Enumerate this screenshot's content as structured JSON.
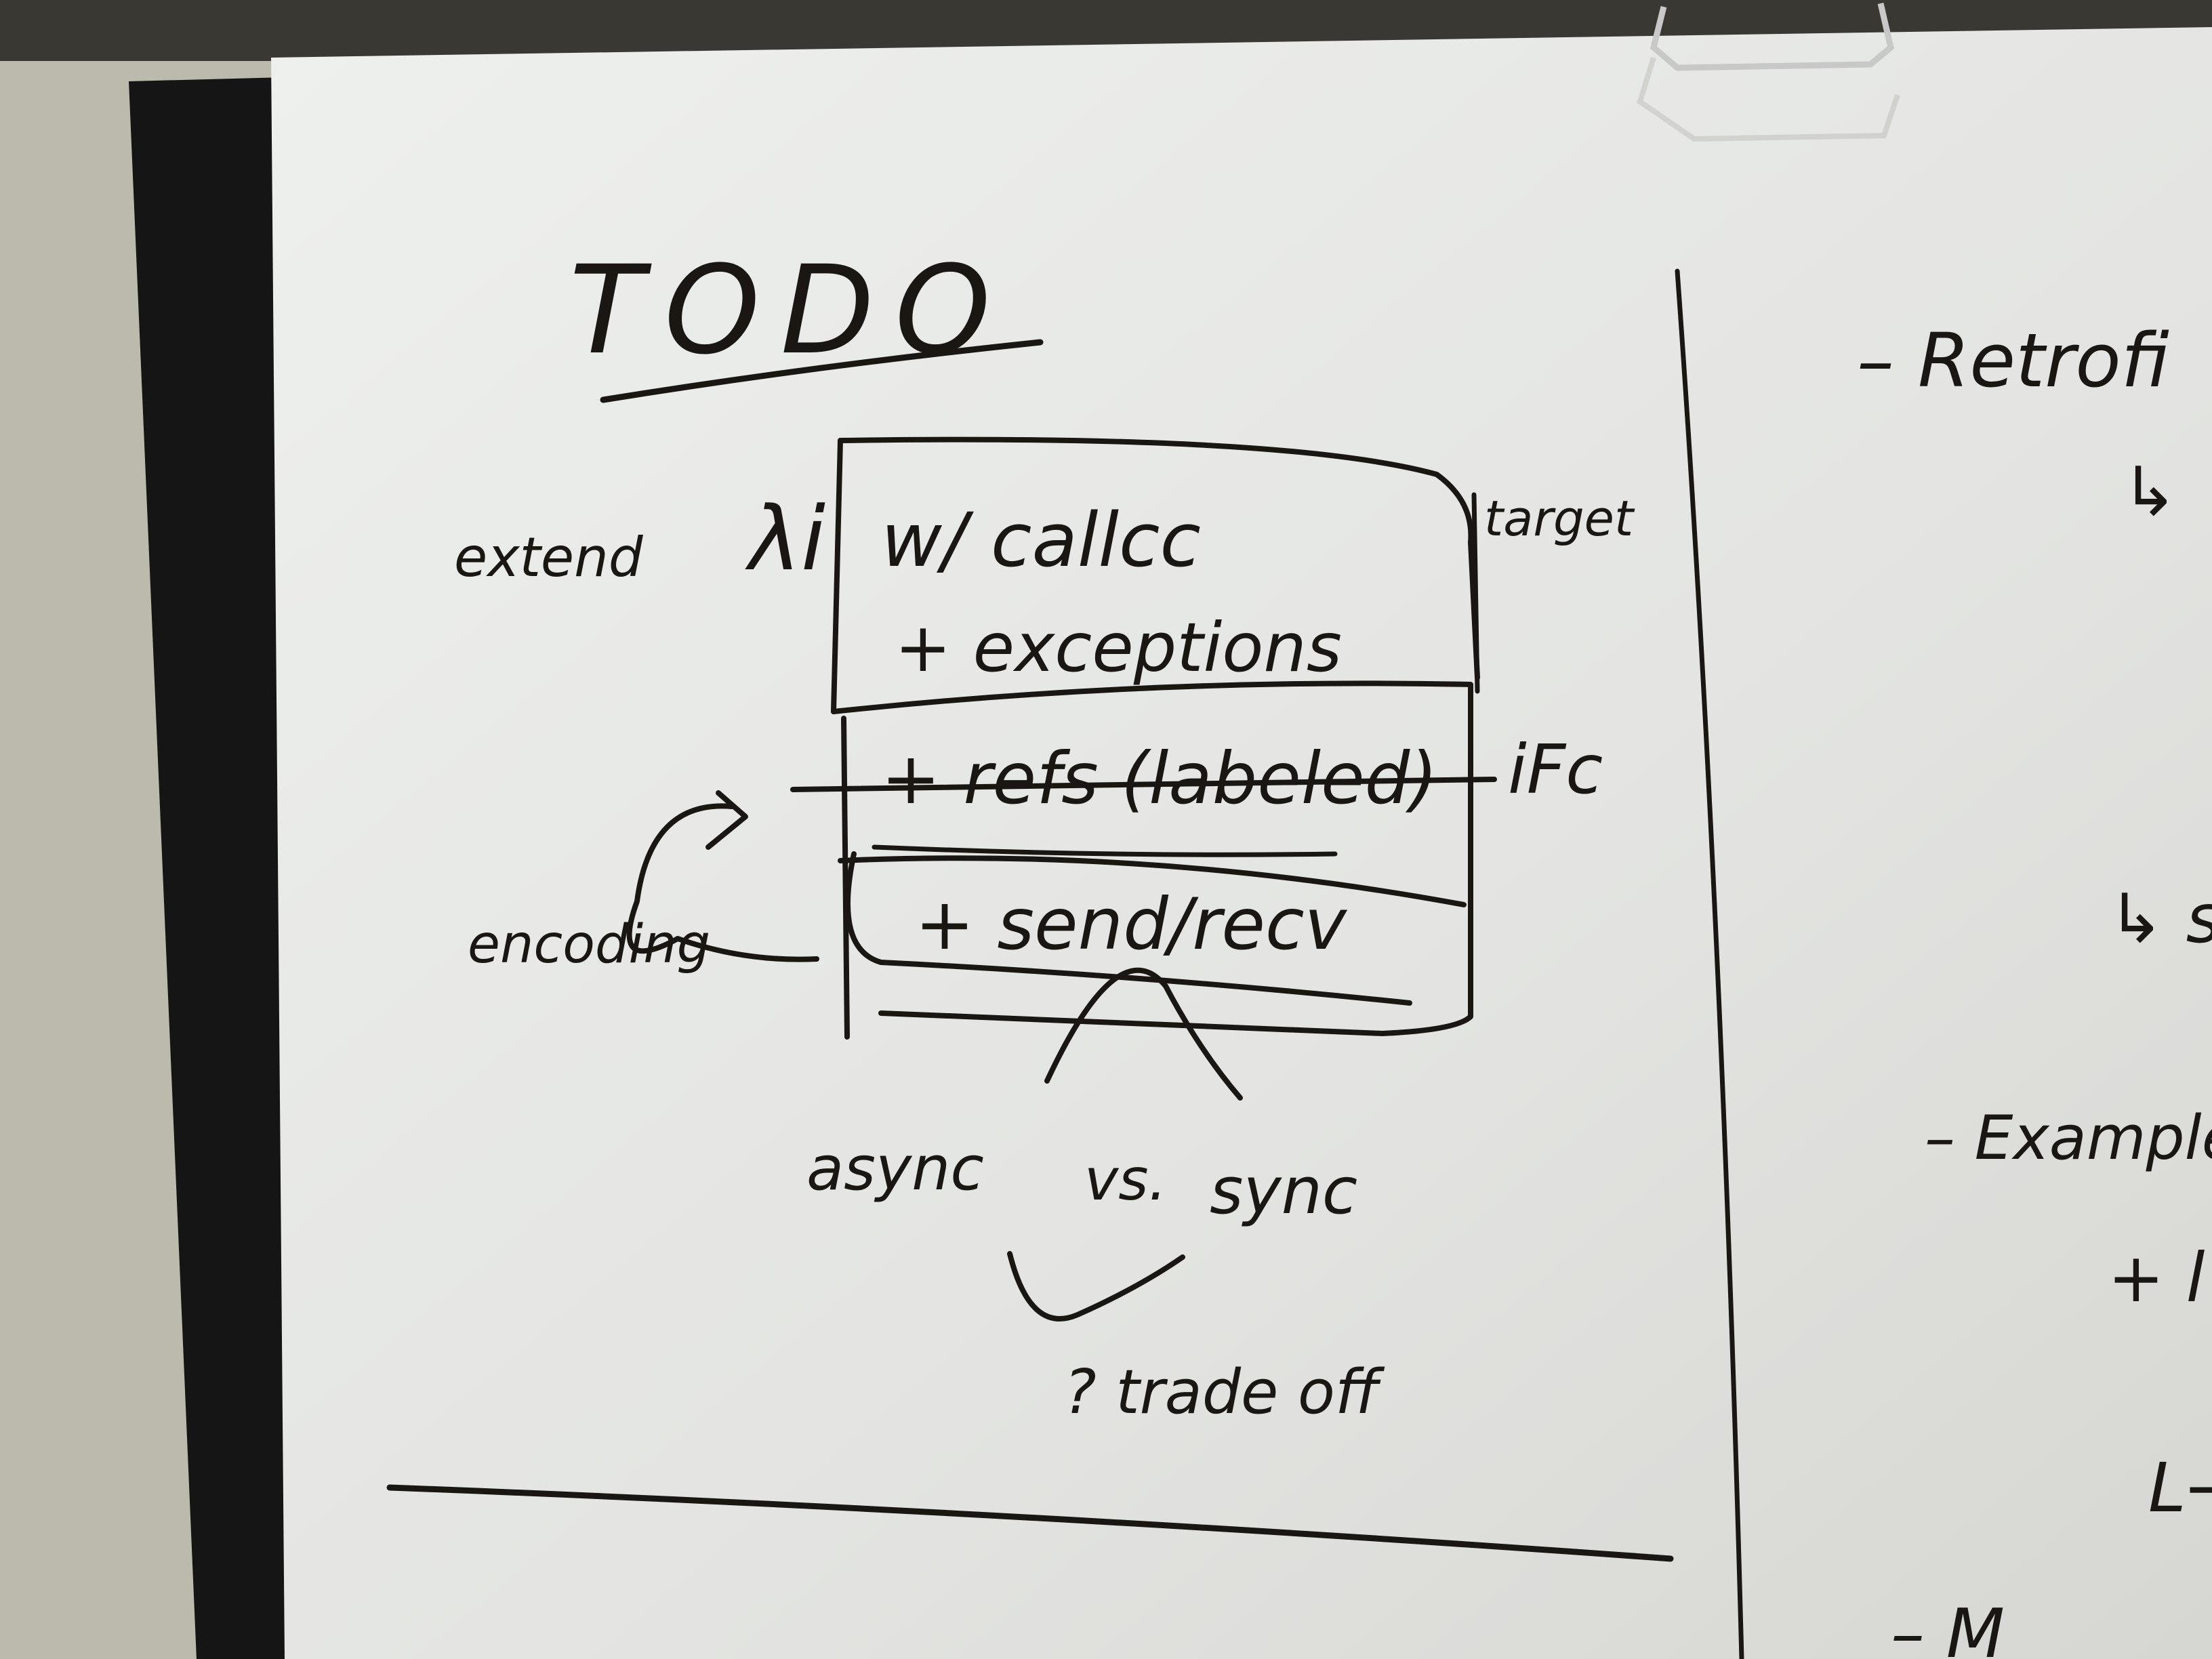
{
  "colors": {
    "wall": "#bcb9ad",
    "frame": "#151515",
    "board": "#e6e7e4",
    "ink": "#1a1712",
    "clip": "#c8c8c8"
  },
  "board": {
    "title": "TODO",
    "left_margin": {
      "extend": "extend",
      "lambda": "λi",
      "encoding": "encoding"
    },
    "box": {
      "line1": "w/ callcc",
      "line2": "+ exceptions",
      "line3_struck": "+ refs (labeled)",
      "line4": "+ send/recv"
    },
    "right_margin": {
      "target": "target",
      "ifc": "iFc"
    },
    "below_box": {
      "async": "async",
      "vs": "vs.",
      "sync": "sync",
      "tradeoff": "? trade off"
    },
    "right_column": {
      "item1": "– Retrofi",
      "sub1": "↳",
      "sub2": "↳ s",
      "item2": "– Example",
      "plus": "+ l",
      "sub3": "L→",
      "item3": "– M"
    }
  }
}
